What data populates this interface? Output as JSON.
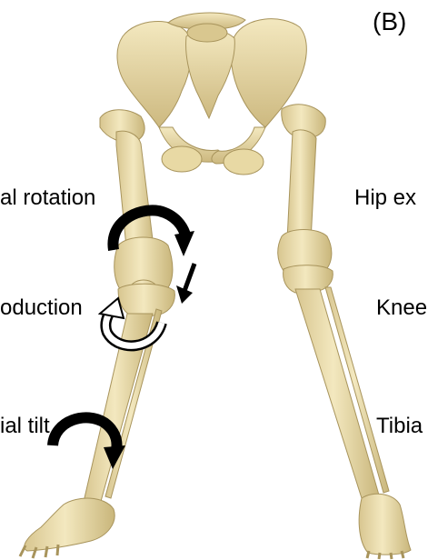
{
  "panel": {
    "label": "(B)"
  },
  "labels": {
    "left_rotation": "al rotation",
    "left_abduction": "oduction",
    "left_tilt": "ial tilt",
    "right_hip": "Hip ex",
    "right_knee": "Knee",
    "right_tibia": "Tibia"
  },
  "colors": {
    "bone": "#eee1b2",
    "bone_shadow": "#c9b67b",
    "bone_outline": "#a8945c",
    "arrow_fill": "#000000",
    "arrow_hollow": "#ffffff"
  },
  "icons": {
    "rotation_arrow": "curved-arrow-black",
    "abduction_arrow": "straight-arrow-black",
    "hollow_rotation_arrow": "curved-arrow-white"
  }
}
